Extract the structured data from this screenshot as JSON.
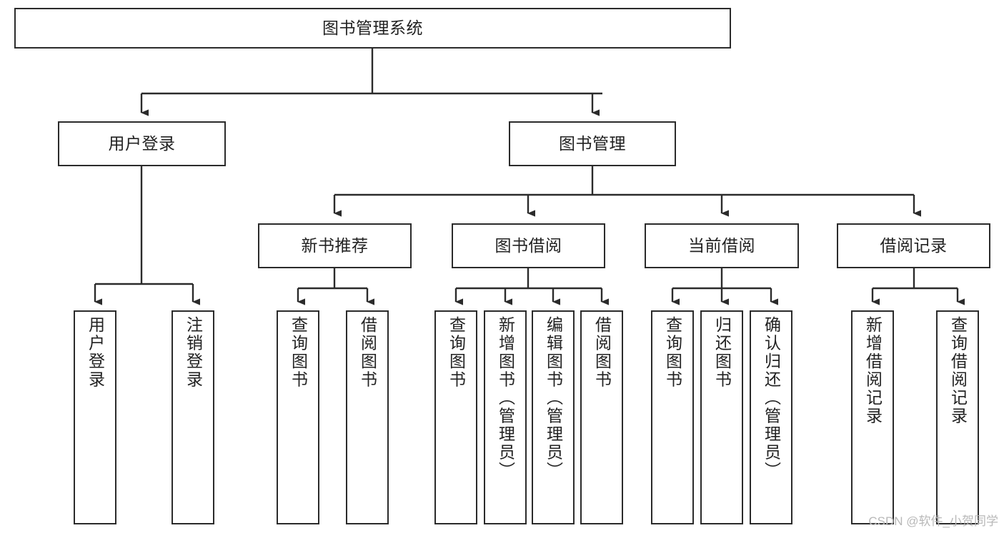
{
  "diagram": {
    "title": "图书管理系统",
    "type": "tree-hierarchy",
    "root": {
      "label": "图书管理系统"
    },
    "level1": [
      {
        "label": "用户登录"
      },
      {
        "label": "图书管理"
      }
    ],
    "level2": [
      {
        "label": "新书推荐"
      },
      {
        "label": "图书借阅"
      },
      {
        "label": "当前借阅"
      },
      {
        "label": "借阅记录"
      }
    ],
    "leaves": {
      "user_login": [
        {
          "label": "用户登录"
        },
        {
          "label": "注销登录"
        }
      ],
      "new_book_recommend": [
        {
          "label": "查询图书"
        },
        {
          "label": "借阅图书"
        }
      ],
      "book_borrow": [
        {
          "label": "查询图书"
        },
        {
          "label": "新增图书（管理员）"
        },
        {
          "label": "编辑图书（管理员）"
        },
        {
          "label": "借阅图书"
        }
      ],
      "current_borrow": [
        {
          "label": "查询图书"
        },
        {
          "label": "归还图书"
        },
        {
          "label": "确认归还（管理员）"
        }
      ],
      "borrow_record": [
        {
          "label": "新增借阅记录"
        },
        {
          "label": "查询借阅记录"
        }
      ]
    }
  },
  "watermark": {
    "text": "CSDN @软件_小贺同学"
  },
  "colors": {
    "box_border": "#2b2b2b",
    "box_fill": "#ffffff",
    "text": "#222222",
    "edge": "#2b2b2b",
    "watermark": "#b8b8b8",
    "background": "#ffffff"
  }
}
